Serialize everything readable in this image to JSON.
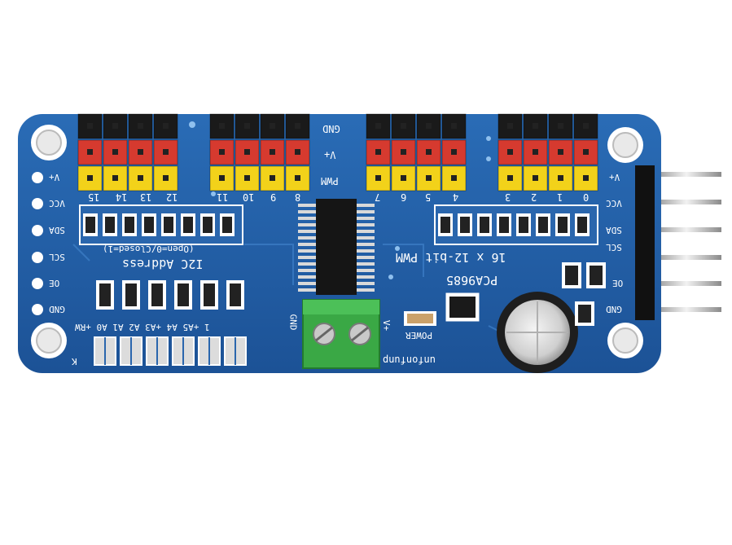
{
  "board": {
    "chip_label": "PCA9685",
    "subtitle": "16 x 12-bit PWM",
    "i2c_title": "I2C Address",
    "address_note": "(Open=0/Closed=1)",
    "address_pins": "1 +A5 A4 +A3 A2 A1 A0 +RW",
    "power_label": "POWER",
    "out_label": "unfonfunp",
    "k_label": "K",
    "terminal_labels": [
      "GND",
      "V+"
    ],
    "header_rows": [
      "GND",
      "V+",
      "PWM"
    ],
    "channel_left": [
      "15",
      "14",
      "13",
      "12",
      "11",
      "10",
      "9",
      "8"
    ],
    "channel_right": [
      "7",
      "6",
      "5",
      "4",
      "3",
      "2",
      "1",
      "0"
    ],
    "pins_left": [
      "V+",
      "VCC",
      "SDA",
      "SCL",
      "OE",
      "GND"
    ],
    "pins_right": [
      "V+",
      "VCC",
      "SDA",
      "SCL",
      "OE",
      "GND"
    ]
  },
  "colors": {
    "pcb": "#1f5fa8",
    "gnd_pin": "#1a1a1a",
    "vplus_pin": "#d63a2f",
    "pwm_pin": "#f2d21a",
    "terminal": "#3aa845"
  }
}
